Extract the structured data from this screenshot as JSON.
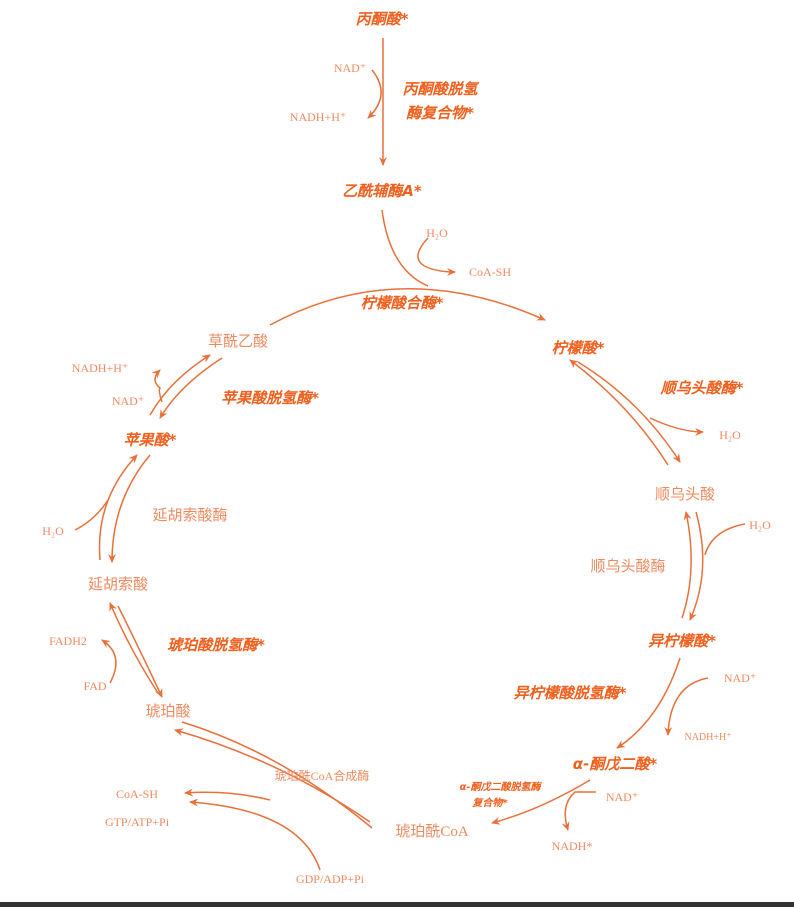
{
  "colors": {
    "enzyme": "#f0601e",
    "metabolite": "#ef8a60",
    "arrow": "#e8703a"
  },
  "labels": {
    "pyruvate": "丙酮酸*",
    "nad_1": "NAD⁺",
    "pdh_line1": "丙酮酸脱氢",
    "pdh_line2": "酶复合物*",
    "nadh_1": "NADH+H⁺",
    "acetyl_coa": "乙酰辅酶A*",
    "h2o_1": "H₂O",
    "coash_1": "CoA-SH",
    "citrate_synthase": "柠檬酸合酶*",
    "oxaloacetate": "草酰乙酸",
    "citrate": "柠檬酸*",
    "nadh_2": "NADH+H⁺",
    "malate_dh": "苹果酸脱氢酶*",
    "nad_2": "NAD⁺",
    "aconitase_1": "顺乌头酸酶*",
    "h2o_2": "H₂O",
    "malate": "苹果酸*",
    "cis_aconitate": "顺乌头酸",
    "fumarase": "延胡索酸酶",
    "h2o_3": "H₂O",
    "h2o_4": "H₂O",
    "aconitase_2": "顺乌头酸酶",
    "fumarate": "延胡索酸",
    "fadh2": "FADH2",
    "succinate_dh": "琥珀酸脱氢酶*",
    "isocitrate": "异柠檬酸*",
    "fad": "FAD",
    "succinate": "琥珀酸",
    "isocitrate_dh": "异柠檬酸脱氢酶*",
    "nad_3": "NAD⁺",
    "nadh_3": "NADH+H⁺",
    "akg": "α-酮戊二酸*",
    "succinyl_coa_synthetase": "琥珀酰CoA合成酶",
    "akgdh_line1": "α-酮戊二酸脱氢酶",
    "akgdh_line2": "复合物*",
    "nad_4": "NAD⁺",
    "coash_2": "CoA-SH",
    "gtp": "GTP/ATP+Pi",
    "succinyl_coa": "琥珀酰CoA",
    "nadh_4": "NADH*",
    "gdp": "GDP/ADP+Pi"
  }
}
